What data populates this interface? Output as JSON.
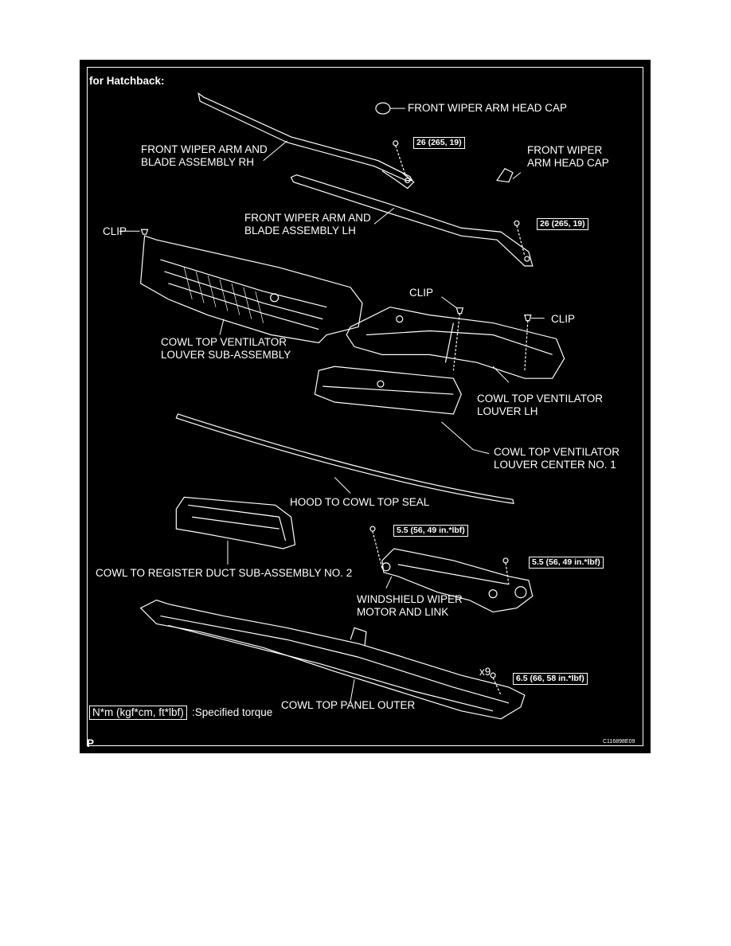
{
  "heading": "for Hatchback:",
  "labels": {
    "head_cap_1": "FRONT WIPER ARM HEAD CAP",
    "arm_rh": "FRONT WIPER ARM AND\nBLADE ASSEMBLY RH",
    "head_cap_2": "FRONT WIPER\nARM HEAD CAP",
    "arm_lh": "FRONT WIPER ARM AND\nBLADE ASSEMBLY LH",
    "clip_1": "CLIP",
    "clip_2": "CLIP",
    "clip_3": "CLIP",
    "louver_sub": "COWL TOP VENTILATOR\nLOUVER SUB-ASSEMBLY",
    "louver_lh": "COWL TOP VENTILATOR\nLOUVER LH",
    "louver_center": "COWL TOP VENTILATOR\nLOUVER CENTER NO. 1",
    "hood_seal": "HOOD TO COWL TOP SEAL",
    "duct": "COWL TO REGISTER DUCT SUB-ASSEMBLY NO. 2",
    "wiper_motor": "WINDSHIELD WIPER\nMOTOR AND LINK",
    "panel_outer": "COWL TOP PANEL OUTER",
    "x9": "x9"
  },
  "torques": {
    "rh": "26 (265, 19)",
    "lh": "26 (265, 19)",
    "motor_1": "5.5 (56, 49 in.*lbf)",
    "motor_2": "5.5 (56, 49 in.*lbf)",
    "panel": "6.5 (66, 58 in.*lbf)"
  },
  "legend": {
    "box": "N*m (kgf*cm, ft*lbf)",
    "text": ":Specified torque"
  },
  "corner_mark": "P",
  "figure_code": "C116898E09"
}
